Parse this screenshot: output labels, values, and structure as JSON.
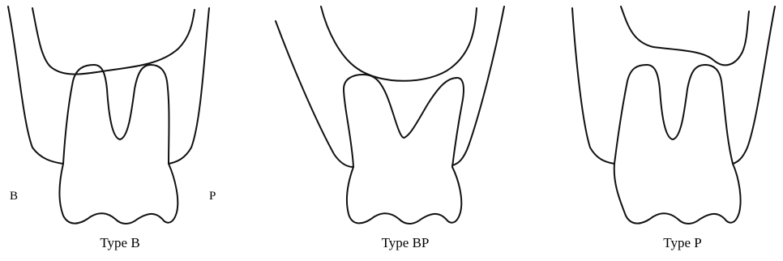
{
  "panels": [
    {
      "caption": "Type B"
    },
    {
      "caption": "Type BP"
    },
    {
      "caption": "Type P"
    }
  ],
  "side_labels": {
    "buccal": "B",
    "palatal": "P"
  }
}
